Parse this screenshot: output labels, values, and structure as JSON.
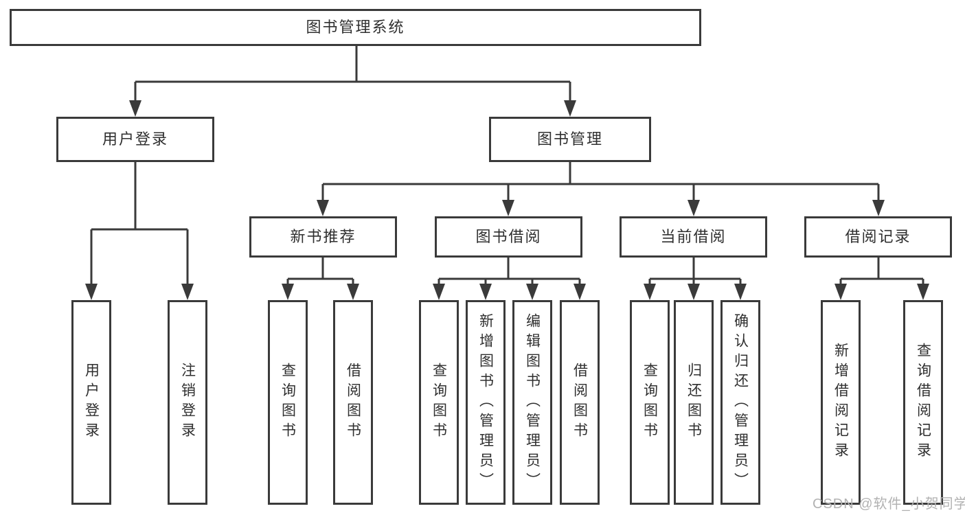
{
  "tree": {
    "root": {
      "label": "图书管理系统"
    },
    "level1": [
      {
        "label": "用户登录"
      },
      {
        "label": "图书管理"
      }
    ],
    "level2": [
      {
        "label": "新书推荐",
        "parent": "图书管理"
      },
      {
        "label": "图书借阅",
        "parent": "图书管理"
      },
      {
        "label": "当前借阅",
        "parent": "图书管理"
      },
      {
        "label": "借阅记录",
        "parent": "图书管理"
      }
    ],
    "leaves": [
      {
        "label": "用户登录",
        "parent": "用户登录"
      },
      {
        "label": "注销登录",
        "parent": "用户登录"
      },
      {
        "label": "查询图书",
        "parent": "新书推荐"
      },
      {
        "label": "借阅图书",
        "parent": "新书推荐"
      },
      {
        "label": "查询图书",
        "parent": "图书借阅"
      },
      {
        "label": "新增图书（管理员）",
        "parent": "图书借阅"
      },
      {
        "label": "编辑图书（管理员）",
        "parent": "图书借阅"
      },
      {
        "label": "借阅图书",
        "parent": "图书借阅"
      },
      {
        "label": "查询图书",
        "parent": "当前借阅"
      },
      {
        "label": "归还图书",
        "parent": "当前借阅"
      },
      {
        "label": "确认归还（管理员）",
        "parent": "当前借阅"
      },
      {
        "label": "新增借阅记录",
        "parent": "借阅记录"
      },
      {
        "label": "查询借阅记录",
        "parent": "借阅记录"
      }
    ]
  },
  "watermark": {
    "text": "CSDN @软件_小贺同学"
  },
  "colors": {
    "line": "#3a3a3a",
    "text": "#2f2f2f",
    "background": "#ffffff",
    "watermark": "#b2b2b2"
  }
}
